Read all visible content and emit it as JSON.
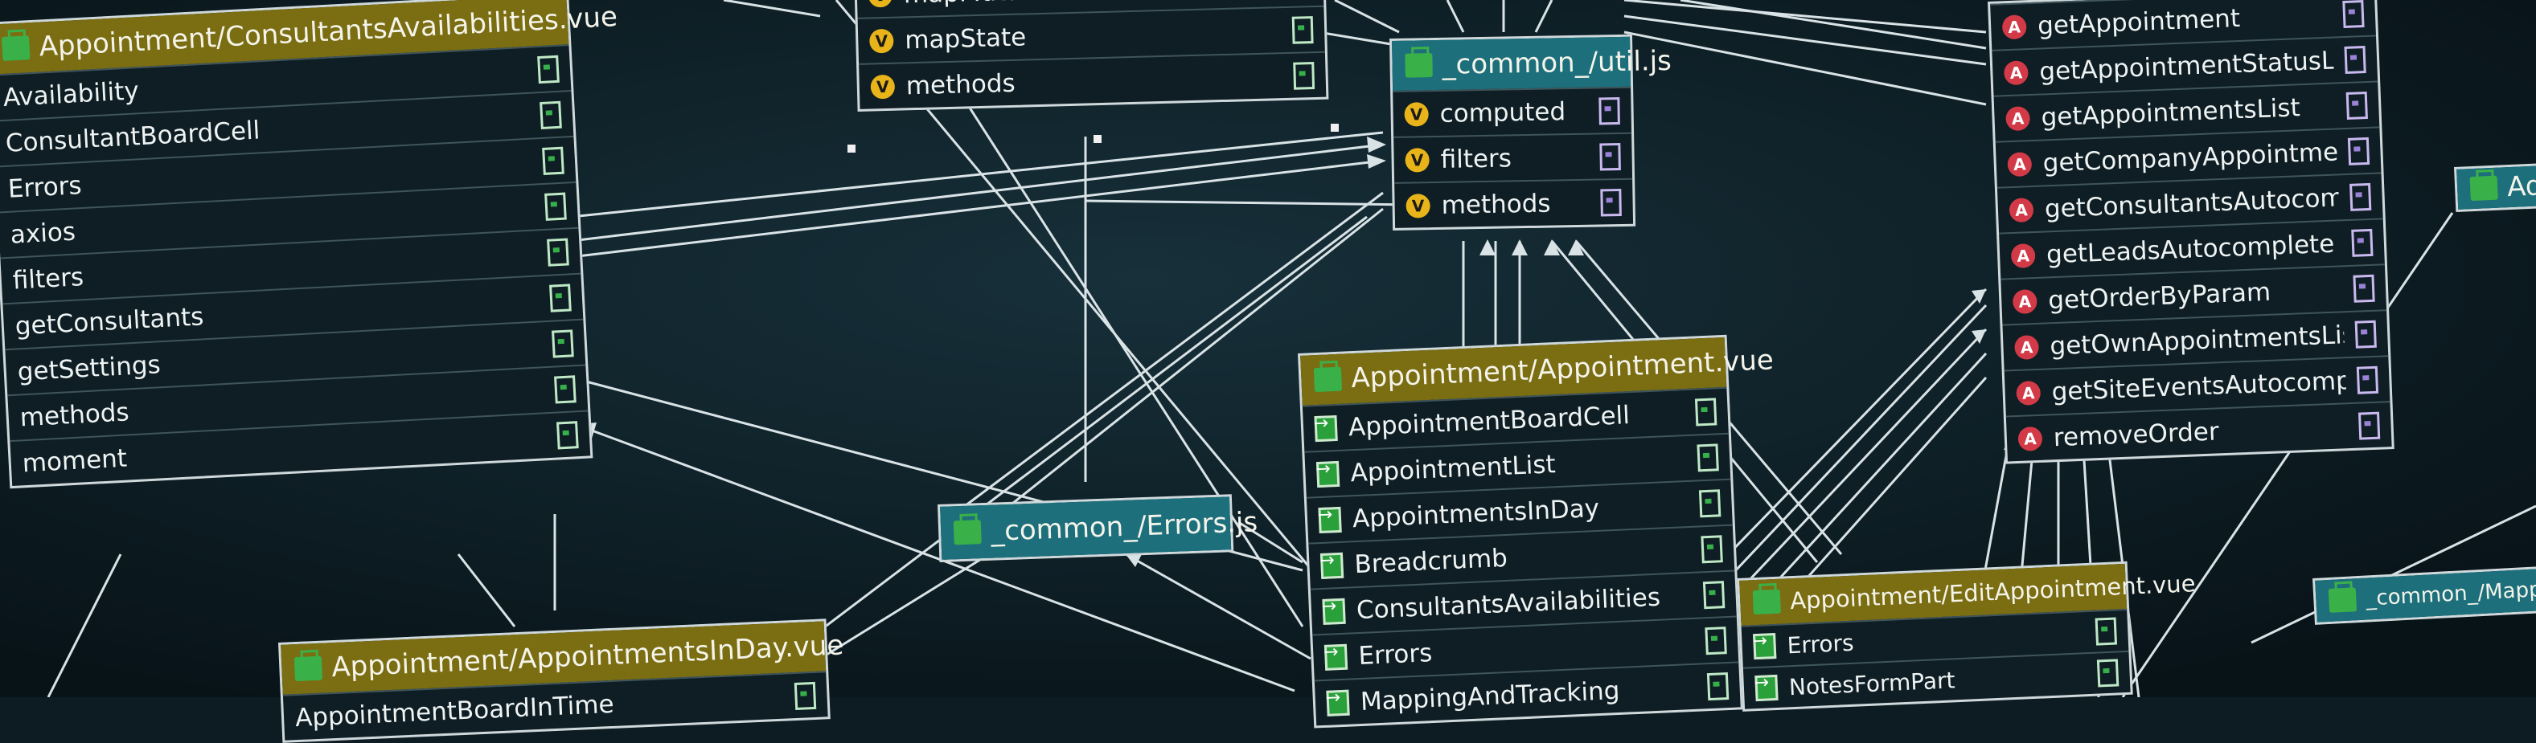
{
  "colors": {
    "background": "#0d1c22",
    "vue_header": "#7b6d12",
    "js_header": "#1d6f7c",
    "wire": "#d9e3e6",
    "var_icon": "#e8b41a",
    "action_icon": "#d23a47"
  },
  "icons": {
    "file": "green-file-icon",
    "import": "green-import-arrow-icon",
    "variable": "yellow-v-circle-icon",
    "action": "red-a-circle-icon",
    "export": "purple-export-icon"
  },
  "nodes": {
    "consultants": {
      "title": "Appointment/ConsultantsAvailabilities.vue",
      "rows": [
        "Availability",
        "ConsultantBoardCell",
        "Errors",
        "axios",
        "filters",
        "getConsultants",
        "getSettings",
        "methods",
        "moment"
      ]
    },
    "mapper": {
      "rows": [
        "mapMutations",
        "mapState",
        "methods"
      ]
    },
    "util": {
      "title": "_common_/util.js",
      "rows": [
        "computed",
        "filters",
        "methods"
      ]
    },
    "api": {
      "rows": [
        "getAppointment",
        "getAppointmentStatusList",
        "getAppointmentsList",
        "getCompanyAppointmentsList",
        "getConsultantsAutocomplete",
        "getLeadsAutocomplete",
        "getOrderByParam",
        "getOwnAppointmentsList",
        "getSiteEventsAutocomplete",
        "removeOrder"
      ]
    },
    "admin": {
      "title": "Admi"
    },
    "errors_js": {
      "title": "_common_/Errors.js"
    },
    "appointment": {
      "title": "Appointment/Appointment.vue",
      "rows": [
        "AppointmentBoardCell",
        "AppointmentList",
        "AppointmentsInDay",
        "Breadcrumb",
        "ConsultantsAvailabilities",
        "Errors",
        "MappingAndTracking"
      ]
    },
    "in_day": {
      "title": "Appointment/AppointmentsInDay.vue",
      "rows": [
        "AppointmentBoardInTime"
      ]
    },
    "edit": {
      "title": "Appointment/EditAppointment.vue",
      "rows": [
        "Errors",
        "NotesFormPart"
      ]
    },
    "mapping": {
      "title": "_common_/MappingAr"
    }
  }
}
